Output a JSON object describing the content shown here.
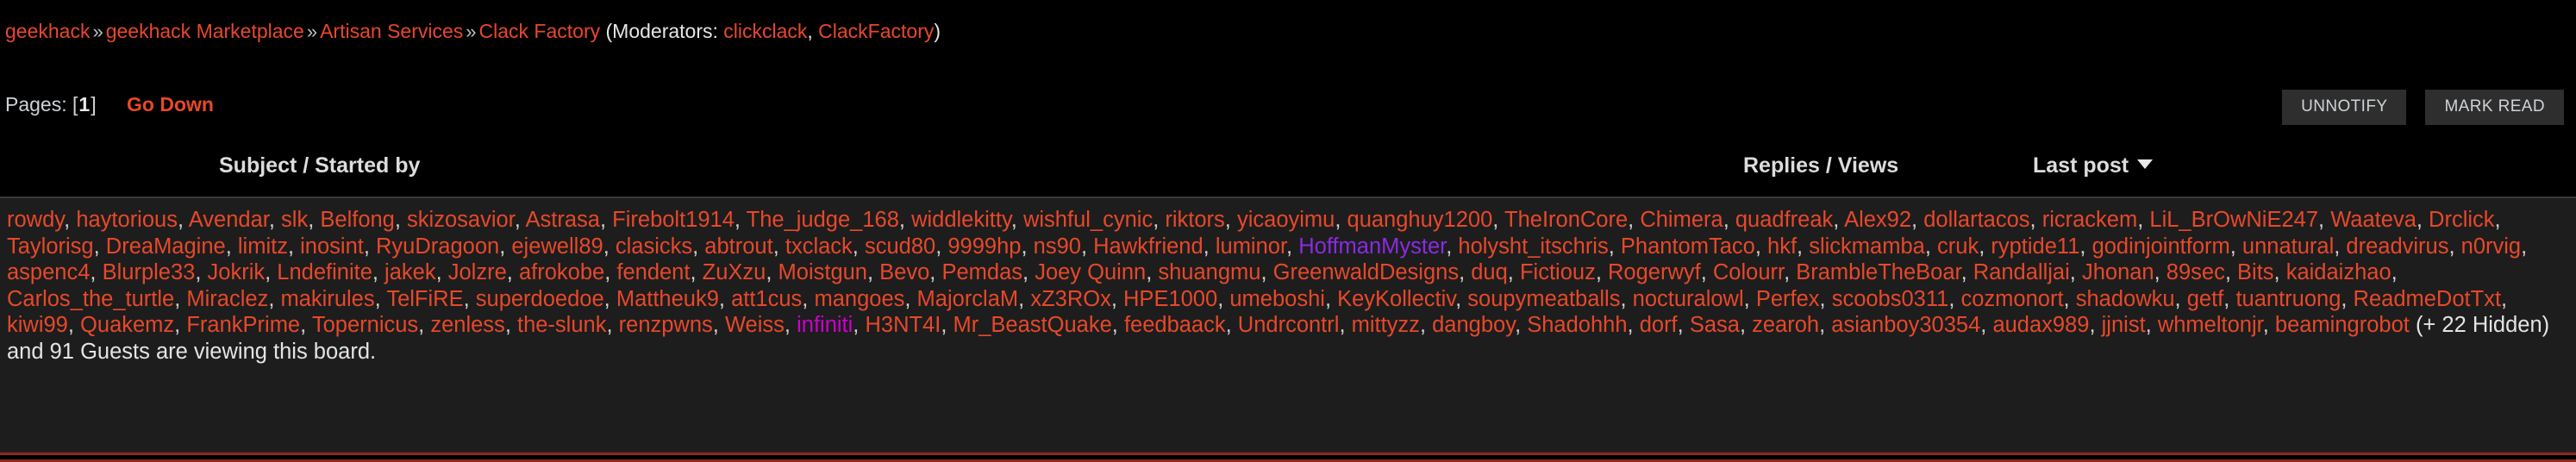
{
  "breadcrumb": {
    "items": [
      {
        "label": "geekhack",
        "link": true
      },
      {
        "label": "geekhack Marketplace",
        "link": true
      },
      {
        "label": "Artisan Services",
        "link": true
      },
      {
        "label": "Clack Factory",
        "link": true
      }
    ],
    "separator": "»",
    "moderators_prefix": "(Moderators:",
    "moderators": [
      "clickclack",
      "ClackFactory"
    ],
    "moderators_suffix": ")"
  },
  "pages": {
    "label": "Pages:",
    "open_bracket": "[",
    "current": "1",
    "close_bracket": "]",
    "go_down_label": "Go Down"
  },
  "toolbar": {
    "unnotify_label": "UNNOTIFY",
    "mark_read_label": "MARK READ"
  },
  "table_headers": {
    "subject": "Subject / Started by",
    "replies": "Replies / Views",
    "last_post": "Last post",
    "sort_icon": "chevron-down-icon"
  },
  "viewers": {
    "users": [
      {
        "name": "rowdy",
        "color": "#e8482a"
      },
      {
        "name": "haytorious",
        "color": "#e8482a"
      },
      {
        "name": "Avendar",
        "color": "#e8482a"
      },
      {
        "name": "slk",
        "color": "#e8482a"
      },
      {
        "name": "Belfong",
        "color": "#e8482a"
      },
      {
        "name": "skizosavior",
        "color": "#e8482a"
      },
      {
        "name": "Astrasa",
        "color": "#e8482a"
      },
      {
        "name": "Firebolt1914",
        "color": "#e8482a"
      },
      {
        "name": "The_judge_168",
        "color": "#e8482a"
      },
      {
        "name": "widdlekitty",
        "color": "#e8482a"
      },
      {
        "name": "wishful_cynic",
        "color": "#e8482a"
      },
      {
        "name": "riktors",
        "color": "#e8482a"
      },
      {
        "name": "yicaoyimu",
        "color": "#e8482a"
      },
      {
        "name": "quanghuy1200",
        "color": "#e8482a"
      },
      {
        "name": "TheIronCore",
        "color": "#e8482a"
      },
      {
        "name": "Chimera",
        "color": "#e8482a"
      },
      {
        "name": "quadfreak",
        "color": "#e8482a"
      },
      {
        "name": "Alex92",
        "color": "#e8482a"
      },
      {
        "name": "dollartacos",
        "color": "#e8482a"
      },
      {
        "name": "ricrackem",
        "color": "#e8482a"
      },
      {
        "name": "LiL_BrOwNiE247",
        "color": "#e8482a"
      },
      {
        "name": "Waateva",
        "color": "#e8482a"
      },
      {
        "name": "Drclick",
        "color": "#e8482a"
      },
      {
        "name": "Taylorisg",
        "color": "#e8482a"
      },
      {
        "name": "DreaMagine",
        "color": "#e8482a"
      },
      {
        "name": "limitz",
        "color": "#e8482a"
      },
      {
        "name": "inosint",
        "color": "#e8482a"
      },
      {
        "name": "RyuDragoon",
        "color": "#e8482a"
      },
      {
        "name": "ejewell89",
        "color": "#e8482a"
      },
      {
        "name": "clasicks",
        "color": "#e8482a"
      },
      {
        "name": "abtrout",
        "color": "#e8482a"
      },
      {
        "name": "txclack",
        "color": "#e8482a"
      },
      {
        "name": "scud80",
        "color": "#e8482a"
      },
      {
        "name": "9999hp",
        "color": "#e8482a"
      },
      {
        "name": "ns90",
        "color": "#e8482a"
      },
      {
        "name": "Hawkfriend",
        "color": "#e8482a"
      },
      {
        "name": "luminor",
        "color": "#e8482a"
      },
      {
        "name": "HoffmanMyster",
        "color": "#8a2be2"
      },
      {
        "name": "holysht_itschris",
        "color": "#e8482a"
      },
      {
        "name": "PhantomTaco",
        "color": "#e8482a"
      },
      {
        "name": "hkf",
        "color": "#e8482a"
      },
      {
        "name": "slickmamba",
        "color": "#e8482a"
      },
      {
        "name": "cruk",
        "color": "#e8482a"
      },
      {
        "name": "ryptide11",
        "color": "#e8482a"
      },
      {
        "name": "godinjointform",
        "color": "#e8482a"
      },
      {
        "name": "unnatural",
        "color": "#e8482a"
      },
      {
        "name": "dreadvirus",
        "color": "#e8482a"
      },
      {
        "name": "n0rvig",
        "color": "#e8482a"
      },
      {
        "name": "aspenc4",
        "color": "#e8482a"
      },
      {
        "name": "Blurple33",
        "color": "#e8482a"
      },
      {
        "name": "Jokrik",
        "color": "#e8482a"
      },
      {
        "name": "Lndefinite",
        "color": "#e8482a"
      },
      {
        "name": "jakek",
        "color": "#e8482a"
      },
      {
        "name": "Jolzre",
        "color": "#e8482a"
      },
      {
        "name": "afrokobe",
        "color": "#e8482a"
      },
      {
        "name": "fendent",
        "color": "#e8482a"
      },
      {
        "name": "ZuXzu",
        "color": "#e8482a"
      },
      {
        "name": "Moistgun",
        "color": "#e8482a"
      },
      {
        "name": "Bevo",
        "color": "#e8482a"
      },
      {
        "name": "Pemdas",
        "color": "#e8482a"
      },
      {
        "name": "Joey Quinn",
        "color": "#e8482a"
      },
      {
        "name": "shuangmu",
        "color": "#e8482a"
      },
      {
        "name": "GreenwaldDesigns",
        "color": "#e8482a"
      },
      {
        "name": "duq",
        "color": "#e8482a"
      },
      {
        "name": "Fictiouz",
        "color": "#e8482a"
      },
      {
        "name": "Rogerwyf",
        "color": "#e8482a"
      },
      {
        "name": "Colourr",
        "color": "#e8482a"
      },
      {
        "name": "BrambleTheBoar",
        "color": "#e8482a"
      },
      {
        "name": "Randalljai",
        "color": "#e8482a"
      },
      {
        "name": "Jhonan",
        "color": "#e8482a"
      },
      {
        "name": "89sec",
        "color": "#e8482a"
      },
      {
        "name": "Bits",
        "color": "#e8482a"
      },
      {
        "name": "kaidaizhao",
        "color": "#e8482a"
      },
      {
        "name": "Carlos_the_turtle",
        "color": "#e8482a"
      },
      {
        "name": "Miraclez",
        "color": "#e8482a"
      },
      {
        "name": "makirules",
        "color": "#e8482a"
      },
      {
        "name": "TelFiRE",
        "color": "#e8482a"
      },
      {
        "name": "superdoedoe",
        "color": "#e8482a"
      },
      {
        "name": "Mattheuk9",
        "color": "#e8482a"
      },
      {
        "name": "att1cus",
        "color": "#e8482a"
      },
      {
        "name": "mangoes",
        "color": "#e8482a"
      },
      {
        "name": "MajorclaM",
        "color": "#e8482a"
      },
      {
        "name": "xZ3ROx",
        "color": "#e8482a"
      },
      {
        "name": "HPE1000",
        "color": "#e8482a"
      },
      {
        "name": "umeboshi",
        "color": "#e8482a"
      },
      {
        "name": "KeyKollectiv",
        "color": "#e8482a"
      },
      {
        "name": "soupymeatballs",
        "color": "#e8482a"
      },
      {
        "name": "nocturalowl",
        "color": "#e8482a"
      },
      {
        "name": "Perfex",
        "color": "#e8482a"
      },
      {
        "name": "scoobs0311",
        "color": "#e8482a"
      },
      {
        "name": "cozmonort",
        "color": "#e8482a"
      },
      {
        "name": "shadowku",
        "color": "#e8482a"
      },
      {
        "name": "getf",
        "color": "#e8482a"
      },
      {
        "name": "tuantruong",
        "color": "#e8482a"
      },
      {
        "name": "ReadmeDotTxt",
        "color": "#e8482a"
      },
      {
        "name": "kiwi99",
        "color": "#e8482a"
      },
      {
        "name": "Quakemz",
        "color": "#e8482a"
      },
      {
        "name": "FrankPrime",
        "color": "#e8482a"
      },
      {
        "name": "Topernicus",
        "color": "#e8482a"
      },
      {
        "name": "zenless",
        "color": "#e8482a"
      },
      {
        "name": "the-slunk",
        "color": "#e8482a"
      },
      {
        "name": "renzpwns",
        "color": "#e8482a"
      },
      {
        "name": "Weiss",
        "color": "#e8482a"
      },
      {
        "name": "infiniti",
        "color": "#cc00cc"
      },
      {
        "name": "H3NT4I",
        "color": "#e8482a"
      },
      {
        "name": "Mr_BeastQuake",
        "color": "#e8482a"
      },
      {
        "name": "feedbaack",
        "color": "#e8482a"
      },
      {
        "name": "Undrcontrl",
        "color": "#e8482a"
      },
      {
        "name": "mittyzz",
        "color": "#e8482a"
      },
      {
        "name": "dangboy",
        "color": "#e8482a"
      },
      {
        "name": "Shadohhh",
        "color": "#e8482a"
      },
      {
        "name": "dorf",
        "color": "#e8482a"
      },
      {
        "name": "Sasa",
        "color": "#e8482a"
      },
      {
        "name": "zearoh",
        "color": "#e8482a"
      },
      {
        "name": "asianboy30354",
        "color": "#e8482a"
      },
      {
        "name": "audax989",
        "color": "#e8482a"
      },
      {
        "name": "jjnist",
        "color": "#e8482a"
      },
      {
        "name": "whmeltonjr",
        "color": "#e8482a"
      },
      {
        "name": "beamingrobot",
        "color": "#e8482a"
      }
    ],
    "tail_text": "(+ 22 Hidden) and 91 Guests are viewing this board.",
    "hidden_count": 22,
    "guest_count": 91
  },
  "colors": {
    "link": "#e8482a",
    "background": "#000000",
    "panel": "#1d1d1d",
    "panel_border": "#8b2b1c",
    "button": "#2e2e2e",
    "text": "#d8d8d8"
  }
}
